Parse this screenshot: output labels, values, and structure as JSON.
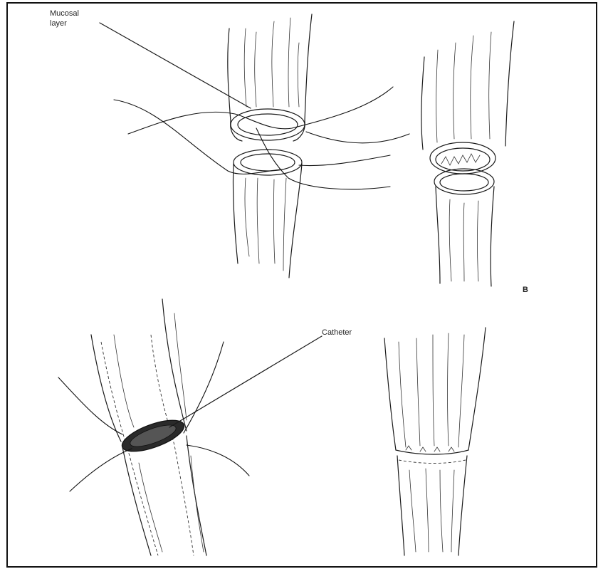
{
  "figure": {
    "label_mucosal": "Mucosal\nlayer",
    "label_catheter": "Catheter",
    "label_b": "B"
  }
}
